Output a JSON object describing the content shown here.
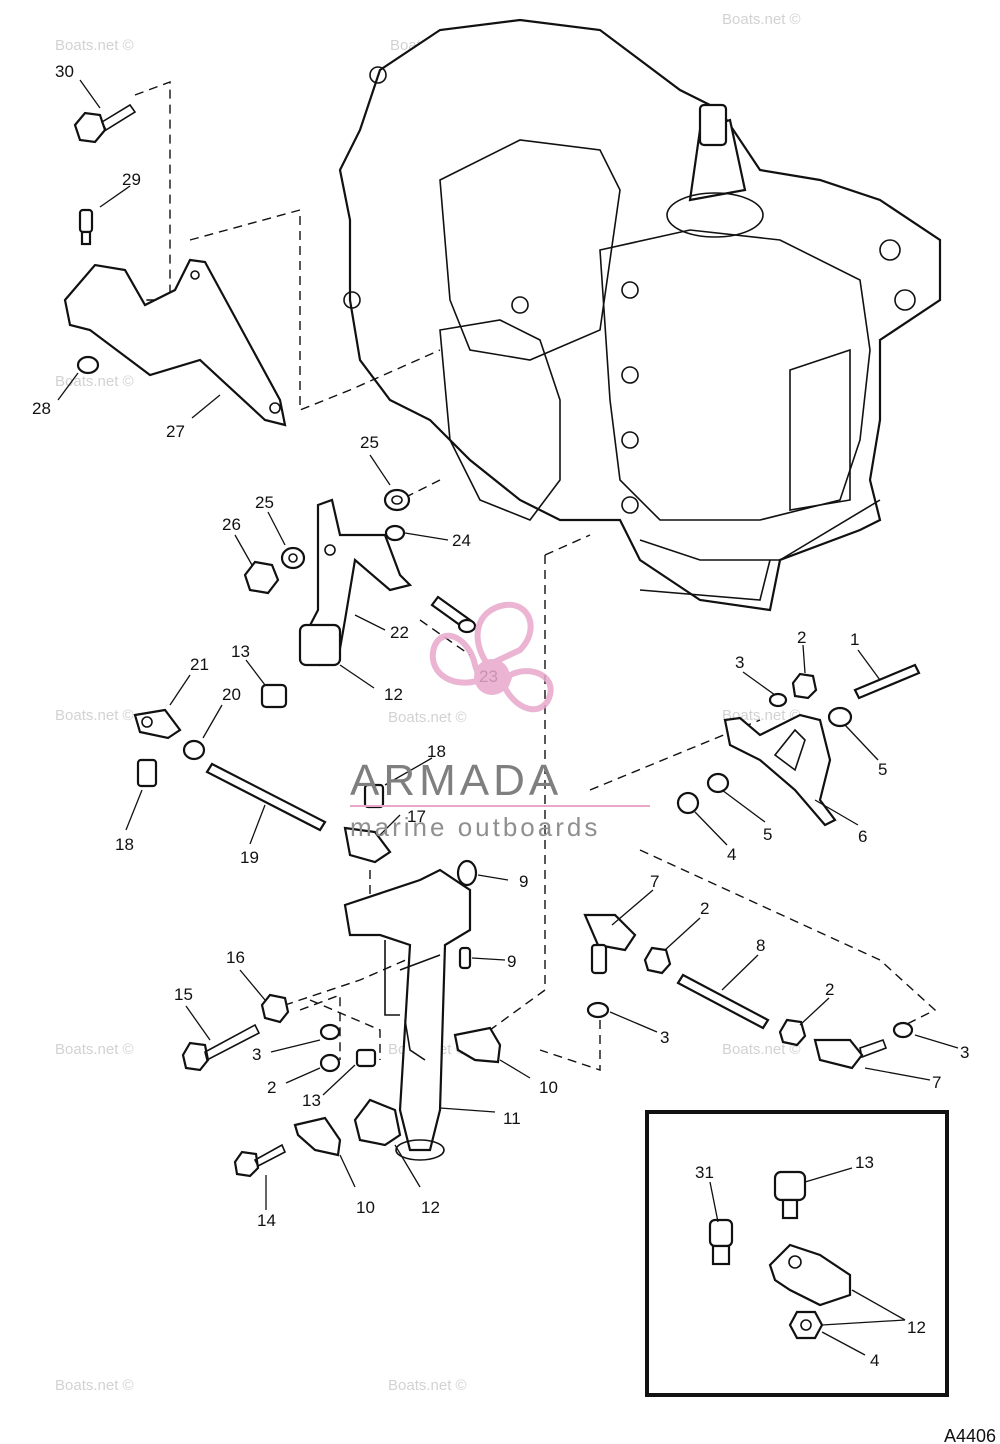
{
  "callouts": [
    "30",
    "29",
    "28",
    "27",
    "25",
    "25",
    "26",
    "24",
    "22",
    "23",
    "21",
    "13",
    "20",
    "12",
    "18",
    "18",
    "19",
    "17",
    "9",
    "9",
    "16",
    "15",
    "3",
    "2",
    "13",
    "14",
    "10",
    "12",
    "11",
    "10",
    "1",
    "3",
    "2",
    "5",
    "6",
    "5",
    "4",
    "7",
    "2",
    "8",
    "2",
    "3",
    "3",
    "7",
    "31",
    "13",
    "12",
    "4"
  ],
  "watermark": "Boats.net ©",
  "brand": {
    "name": "ARMADA",
    "tagline": "marine outboards"
  },
  "figure_code": "A4406"
}
